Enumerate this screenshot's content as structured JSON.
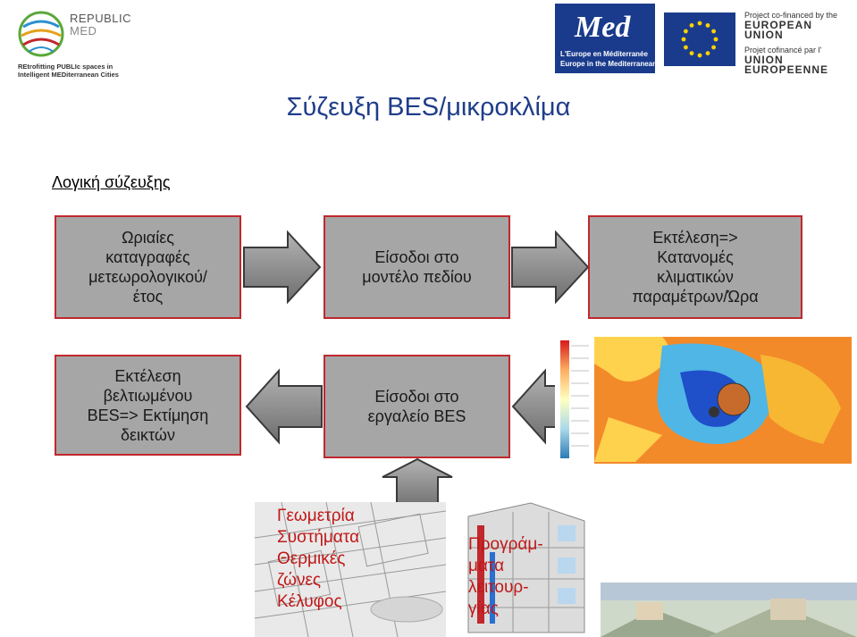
{
  "logo_left": {
    "brand_line1": "REPUBLIC",
    "brand_line2": "MED",
    "tagline_line1": "REtrofitting PUBLIc spaces in",
    "tagline_line2": "Intelligent MEDiterranean Cities"
  },
  "logo_right": {
    "med_text": "Med",
    "med_sub1": "L'Europe en Méditerranée",
    "med_sub2": "Europe in the Mediterranean",
    "eu_line1": "Project co-financed by the",
    "eu_line2": "EUROPEAN UNION",
    "eu_line3": "Projet cofinancé par l'",
    "eu_line4": "UNION EUROPEENNE"
  },
  "title": "Σύζευξη BES/μικροκλίμα",
  "subtitle": "Λογική σύζευξης",
  "boxes": {
    "box1": "Ωριαίες\nκαταγραφές\nμετεωρολογικού/\nέτος",
    "box2": "Είσοδοι στο\nμοντέλο πεδίου",
    "box3": "Εκτέλεση=>\nΚατανομές\nκλιματικών\nπαραμέτρων/Ώρα",
    "box4": "Εκτέλεση\nβελτιωμένου\nBES=> Εκτίμηση\nδεικτών",
    "box5": "Είσοδοι στο\nεργαλείο BES"
  },
  "overlay_geometry": "Γεωμετρία\nΣυστήματα\nΘερμικές\nζώνες\nΚέλυφος",
  "overlay_programs": "Προγράμ-\nματα\nλειτουρ-\nγίας",
  "colors": {
    "title": "#1f3d8a",
    "box_fill": "#a6a6a6",
    "box_border": "#c0282d",
    "arrow_fill": "#8c8c8c",
    "overlay_text": "#c01818"
  }
}
